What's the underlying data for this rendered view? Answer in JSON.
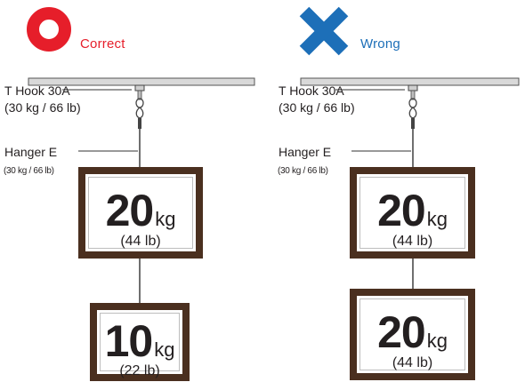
{
  "left": {
    "verdict": "Correct",
    "hook_label": "T Hook 30A",
    "hook_capacity": "(30 kg / 66 lb)",
    "hanger_label": "Hanger E",
    "hanger_capacity": "(30 kg / 66 lb)",
    "frames": [
      {
        "weight": "20",
        "unit": "kg",
        "imperial": "(44 lb)"
      },
      {
        "weight": "10",
        "unit": "kg",
        "imperial": "(22 lb)"
      }
    ]
  },
  "right": {
    "verdict": "Wrong",
    "hook_label": "T Hook 30A",
    "hook_capacity": "(30 kg / 66 lb)",
    "hanger_label": "Hanger E",
    "hanger_capacity": "(30 kg / 66 lb)",
    "frames": [
      {
        "weight": "20",
        "unit": "kg",
        "imperial": "(44 lb)"
      },
      {
        "weight": "20",
        "unit": "kg",
        "imperial": "(44 lb)"
      }
    ]
  },
  "colors": {
    "correct": "#e61e2a",
    "wrong": "#1d6fb8",
    "frame": "#4a2f1f",
    "rail": "#d9d9d9"
  },
  "icons": {
    "correct": "circle-mark-icon",
    "wrong": "cross-mark-icon"
  }
}
